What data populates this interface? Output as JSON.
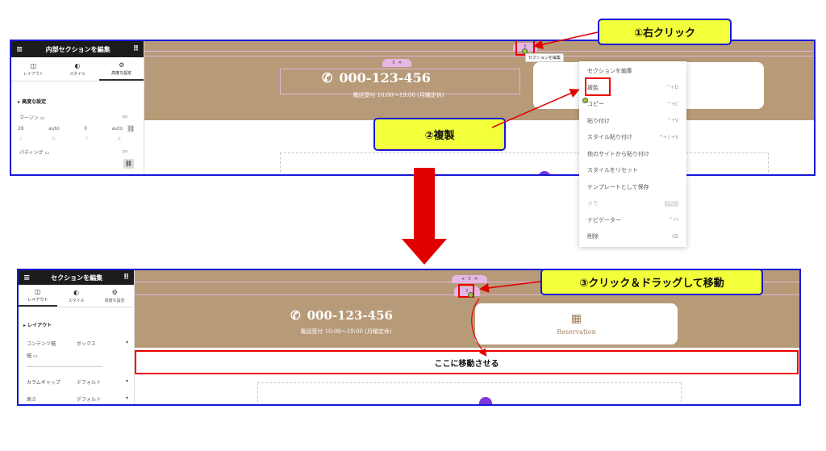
{
  "editor": {
    "title": "内部セクションを編集",
    "tabs": [
      "レイアウト",
      "スタイル",
      "高度な設定"
    ]
  },
  "top_panel": {
    "section_label": "高度な設定",
    "margin_label": "マージン",
    "margin_unit": "px",
    "margin_values": [
      "26",
      "auto",
      "0",
      "auto"
    ],
    "margin_sublabels": [
      "上",
      "右",
      "下",
      "左"
    ],
    "padding_label": "パディング",
    "padding_unit": "px"
  },
  "bottom_panel": {
    "title": "セクションを編集",
    "section_label": "レイアウト",
    "content_width_label": "コンテンツ幅",
    "content_width_value": "ボックス",
    "width_label": "幅",
    "column_gap_label": "カラムギャップ",
    "column_gap_value": "デフォルト",
    "height_label": "高さ",
    "height_value": "デフォルト"
  },
  "site": {
    "phone": "000-123-456",
    "hours": "電話受付 10:00〜19:00 (月曜定休)",
    "reservation": "Reservation"
  },
  "context_menu": {
    "tooltip": "セクションを編集",
    "items": [
      {
        "label": "セクションを編集",
        "shortcut": "",
        "disabled": false
      },
      {
        "label": "複製",
        "shortcut": "^+D",
        "disabled": false
      },
      {
        "label": "コピー",
        "shortcut": "^+C",
        "disabled": false
      },
      {
        "label": "貼り付け",
        "shortcut": "^+V",
        "disabled": false
      },
      {
        "label": "スタイル貼り付け",
        "shortcut": "^+⇧+V",
        "disabled": false
      },
      {
        "label": "他のサイトから貼り付け",
        "shortcut": "",
        "disabled": false
      },
      {
        "label": "スタイルをリセット",
        "shortcut": "",
        "disabled": false
      },
      {
        "label": "テンプレートとして保存",
        "shortcut": "",
        "disabled": false
      },
      {
        "label": "メモ",
        "shortcut": "PRO",
        "disabled": true
      },
      {
        "label": "ナビゲーター",
        "shortcut": "^+I",
        "disabled": false
      },
      {
        "label": "削除",
        "shortcut": "⌫",
        "disabled": false
      }
    ]
  },
  "callouts": {
    "step1": "①右クリック",
    "step2": "②複製",
    "step3": "③クリック＆ドラッグして移動"
  },
  "drop_target": "ここに移動させる",
  "colors": {
    "accent_red": "#e00000",
    "frame_blue": "#1818d8",
    "callout_yellow": "#f2ff3a",
    "site_brown": "#b79a78"
  }
}
